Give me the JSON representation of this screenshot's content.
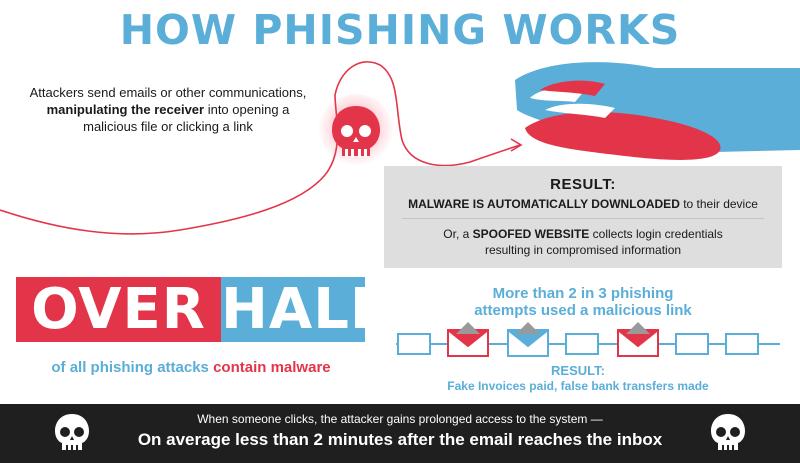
{
  "title": "HOW PHISHING WORKS",
  "intro": {
    "line1": "Attackers send emails or other communications,",
    "line2_bold": "manipulating the receiver",
    "line2_rest": " into opening a",
    "line3": "malicious file or clicking a link"
  },
  "result_box": {
    "title": "RESULT:",
    "line1_bold": "MALWARE IS AUTOMATICALLY DOWNLOADED",
    "line1_rest": " to their device",
    "line2_pre": "Or, a ",
    "line2_bold": "SPOOFED WEBSITE",
    "line2_rest": " collects login credentials",
    "line3": "resulting in compromised information"
  },
  "over_half": {
    "over": "OVER",
    "half": "HALF",
    "caption_pre": "of all phishing attacks ",
    "caption_red": "contain malware"
  },
  "stat": {
    "line1": "More than 2 in 3 phishing",
    "line2": "attempts used a malicious link"
  },
  "result2": {
    "title": "RESULT:",
    "body": "Fake Invoices paid, false bank transfers made"
  },
  "footer": {
    "line1": "When someone clicks, the attacker gains prolonged access to the system —",
    "line2": "On average less than 2 minutes after the email reaches the inbox"
  },
  "colors": {
    "accent_blue": "#5aaed8",
    "accent_red": "#e3354a",
    "footer_bg": "#1f1f1f",
    "result_bg": "#dedede"
  },
  "icons": [
    "skull-icon",
    "hand-icon",
    "mouse-icon",
    "envelope-icon",
    "arrow-icon"
  ]
}
